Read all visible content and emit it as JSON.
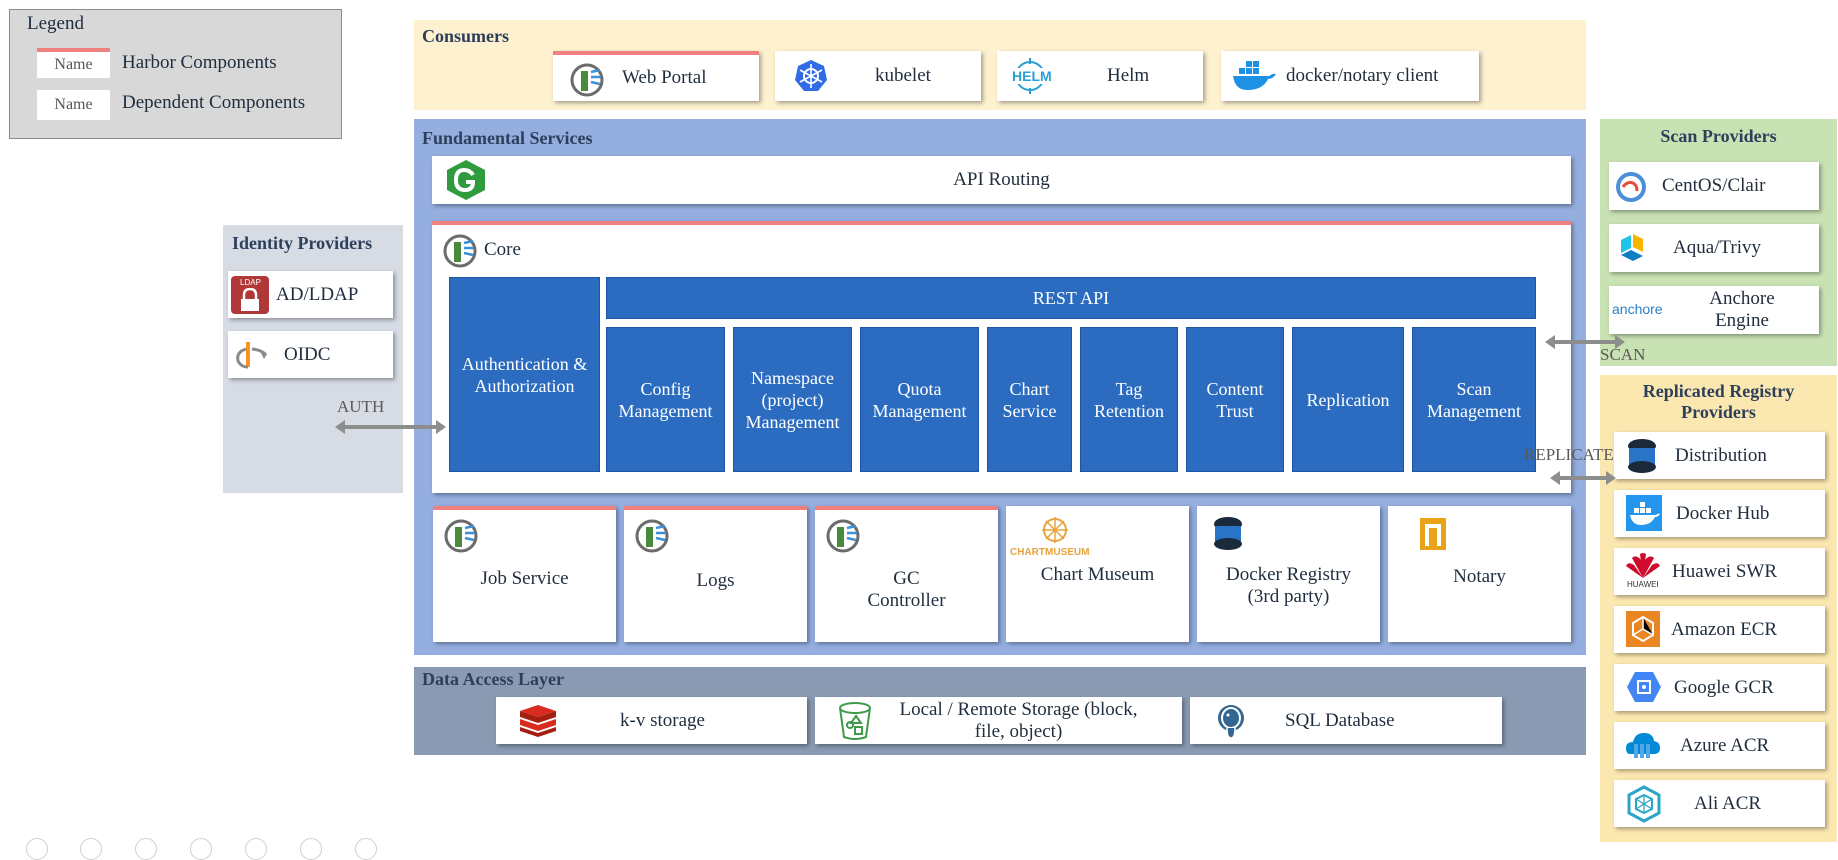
{
  "legend": {
    "title": "Legend",
    "swatch_text": "Name",
    "harbor": "Harbor Components",
    "dependent": "Dependent Components"
  },
  "consumers": {
    "title": "Consumers",
    "web_portal": "Web Portal",
    "kubelet": "kubelet",
    "helm": "Helm",
    "helm_logo": "HELM",
    "docker": "docker/notary client"
  },
  "fundamental": {
    "title": "Fundamental Services",
    "api_routing": "API Routing",
    "core": "Core",
    "auth": "Authentication & Authorization",
    "rest_api": "REST API",
    "modules": {
      "config": "Config Management",
      "namespace": "Namespace (project) Management",
      "quota": "Quota Management",
      "chart": "Chart Service",
      "tag": "Tag Retention",
      "content": "Content Trust",
      "replication": "Replication",
      "scan": "Scan Management"
    },
    "services": {
      "job": "Job Service",
      "logs": "Logs",
      "gc": "GC Controller",
      "chartmuseum": "Chart Museum",
      "chartmuseum_logo": "CHARTMUSEUM",
      "registry": "Docker Registry (3rd party)",
      "notary": "Notary"
    }
  },
  "data_access": {
    "title": "Data Access Layer",
    "kv": "k-v storage",
    "storage": "Local / Remote Storage (block, file, object)",
    "sql": "SQL Database"
  },
  "identity": {
    "title": "Identity Providers",
    "ldap": "AD/LDAP",
    "ldap_badge": "LDAP",
    "oidc": "OIDC"
  },
  "scan_providers": {
    "title": "Scan Providers",
    "clair": "CentOS/Clair",
    "trivy": "Aqua/Trivy",
    "anchore": "Anchore Engine",
    "anchore_logo": "anchore"
  },
  "replicated": {
    "title": "Replicated Registry Providers",
    "distribution": "Distribution",
    "dockerhub": "Docker Hub",
    "huawei": "Huawei SWR",
    "huawei_logo": "HUAWEI",
    "ecr": "Amazon ECR",
    "gcr": "Google GCR",
    "acr": "Azure ACR",
    "ali": "Ali ACR"
  },
  "connectors": {
    "auth": "AUTH",
    "scan": "SCAN",
    "replicate": "REPLICATE"
  },
  "colors": {
    "harbor_accent": "#f08080",
    "blue_module": "#2b6cc0",
    "fundamental_bg": "#94aee0",
    "consumers_bg": "#fdf1cf",
    "data_bg": "#8a9ab2",
    "identity_bg": "#d6dbe4",
    "scan_bg": "#c9e2b4",
    "replicated_bg": "#fbe8b0"
  }
}
